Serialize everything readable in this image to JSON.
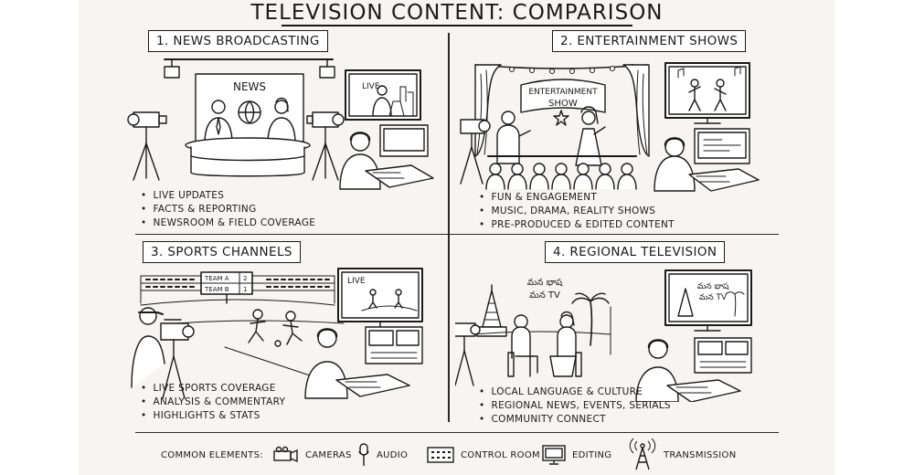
{
  "title": "TELEVISION CONTENT: COMPARISON",
  "panels": [
    {
      "heading": "1. NEWS BROADCASTING",
      "screen_text": "NEWS",
      "monitor_text": "LIVE",
      "bullets": [
        "LIVE UPDATES",
        "FACTS & REPORTING",
        "NEWSROOM & FIELD COVERAGE"
      ]
    },
    {
      "heading": "2. ENTERTAINMENT SHOWS",
      "sign_line1": "ENTERTAINMENT",
      "sign_line2": "SHOW",
      "bullets": [
        "FUN & ENGAGEMENT",
        "MUSIC, DRAMA, REALITY SHOWS",
        "PRE-PRODUCED & EDITED CONTENT"
      ]
    },
    {
      "heading": "3. SPORTS CHANNELS",
      "scoreboard": [
        {
          "team": "TEAM A",
          "score": "2"
        },
        {
          "team": "TEAM B",
          "score": "1"
        }
      ],
      "monitor_text": "LIVE",
      "bullets": [
        "LIVE SPORTS COVERAGE",
        "ANALYSIS & COMMENTARY",
        "HIGHLIGHTS & STATS"
      ]
    },
    {
      "heading": "4. REGIONAL TELEVISION",
      "logo_line1": "మన భాష",
      "logo_line2": "మన TV",
      "bullets": [
        "LOCAL LANGUAGE & CULTURE",
        "REGIONAL NEWS, EVENTS, SERIALS",
        "COMMUNITY CONNECT"
      ]
    }
  ],
  "footer": {
    "label": "COMMON ELEMENTS:",
    "items": [
      {
        "label": "CAMERAS",
        "icon": "camera-icon"
      },
      {
        "label": "AUDIO",
        "icon": "microphone-icon"
      },
      {
        "label": "CONTROL ROOM",
        "icon": "control-console-icon"
      },
      {
        "label": "EDITING",
        "icon": "monitor-icon"
      },
      {
        "label": "TRANSMISSION",
        "icon": "antenna-tower-icon"
      }
    ]
  }
}
